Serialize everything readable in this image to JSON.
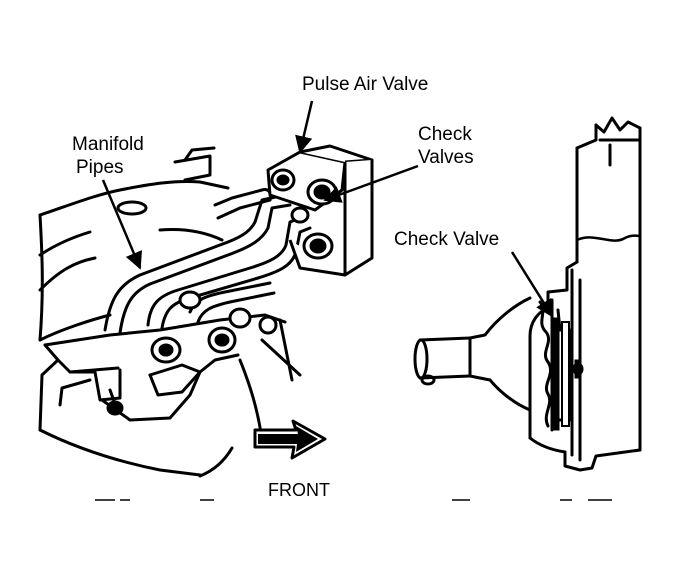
{
  "labels": {
    "pulse_air_valve": "Pulse Air Valve",
    "manifold_pipes_line1": "Manifold",
    "manifold_pipes_line2": "Pipes",
    "check_valves_line1": "Check",
    "check_valves_line2": "Valves",
    "check_valve": "Check Valve",
    "front": "FRONT"
  },
  "colors": {
    "ink": "#000000",
    "paper": "#ffffff"
  },
  "icons": {
    "front_arrow": "arrow-right-icon"
  }
}
